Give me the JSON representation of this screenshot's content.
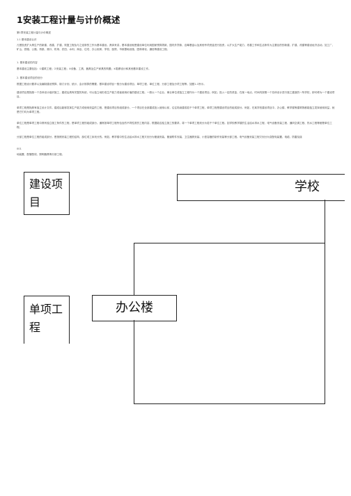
{
  "document": {
    "title": "1安装工程计量与计价概述",
    "subtitle": "第1章安装工程计量与计价概述",
    "section_1_1": "1.1 基本建设认识",
    "para_1": "凡是投资扩大再生产的新建、改建、扩建、恢复工程及与之连带的工作为基本建设。具体来讲，基本建设就是建设单位利用国家预算拨款、国内外贷款、自筹基金以及其他专项资金进行投资，以扩大生产能力、改善工作和生活条件为主要目的的新建、扩建、改建等建设经济活动，如工厂、矿山、铁路、公路、桥梁、港口、机场、农田、水利、商店、住宅、办公用房、学校、医院、市政基础设施、园林绿化、通信等建设工程。",
    "section_basic_content": "1. 基本建设的内容",
    "para_2": "基本建设主要包括：①建筑工程；②安装工程；③设备、工具、器具及生产家具的购置；④勘察设计和其他基本建设工作。",
    "section_basic_items": "2. 基本建设项目的划分",
    "para_3": "根据工程设计要求以及编制建设预算、制订计划、统计、会计核算的需要，基本建设项目一般分为建设项目、单项工程、单位工程、分部工程及分项工程等，如图1-1所示。",
    "para_4": "建设项目是指按一个总体设计组织施工，建成后具有完整的系统，可以独立地形成生产能力或者使用价值的建设工程。一般以一个企业、事业单位或独立工程作为一个建设项目。例如，投入一定的资金，在某一地点、时间内按照一个总体设计进行施工建造的一所学校，即可称为一个建设项目。",
    "para_5": "单项工程是指具有独立设计文件，建成后能够发挥生产能力或使用效益的工程，是建设项目的组成部分。一个项目在全部建成投入使用以前，往往陆续建成若干个单项工程，单项工程是建设项目的组成部分。例如，在某学校建设项目中，办公楼、教学楼等建筑物都能独立发挥使用效益，就是它们均为单项工程。",
    "para_6": "单位工程是单项工程中具有独立施工条件的工程，是单项工程的组成部分。通常按单项工程所包含的不同性质的工程内容，根据能否独立施工的要求，将一个单项工程划分为若干个单位工程。如学校教学楼的生活给水排水工程、电气设备安装工程、通风空调工程、热水工程等都是单位工程。",
    "para_7": "分部工程是单位工程的组成部分，是按照安装工程的结构、部位或工序划分的。例如，教学楼中的生活给水排水工程又划分为管道安装、管道附件安装、卫生器具安装、小型容器的制作安装等分部工程。电气设备安装工程又划分为变配电装置、电缆、防雷及接",
    "para_8_num": "001",
    "para_8": "地装置、配管配线、照明器具等分部工程。"
  },
  "diagram": {
    "node_project": "建设项目",
    "node_school": "学校",
    "node_single": "单项工程",
    "node_office": "办公楼"
  }
}
